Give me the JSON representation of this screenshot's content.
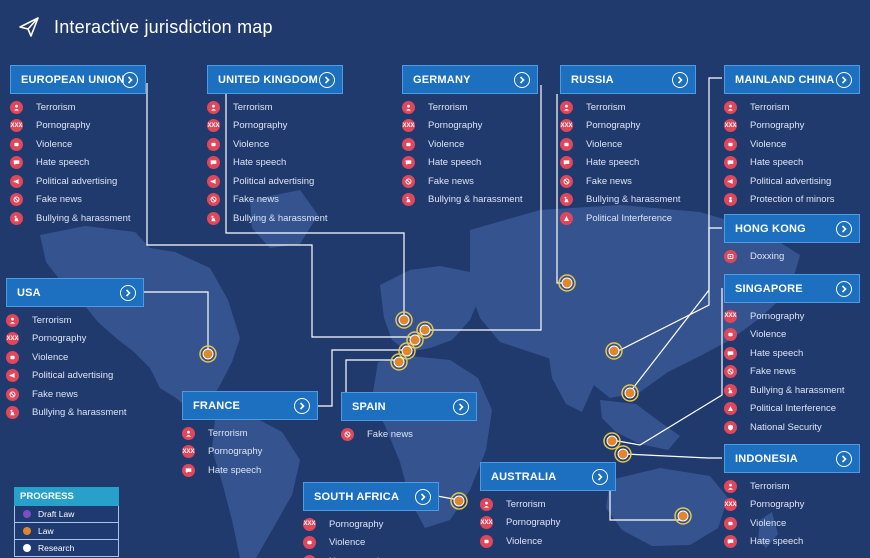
{
  "header": {
    "title": "Interactive jurisdiction map",
    "icon": "paper-plane-icon"
  },
  "colors": {
    "background": "#213a6e",
    "land": "#35548f",
    "panel_header": "#1d6fc0",
    "topic_icon": "#e0475b",
    "marker_law": "#e8c64a",
    "draft_law": "#7b4fc0",
    "law": "#e0872e",
    "research": "#ffffff",
    "legend_title": "#27a1c9"
  },
  "panels": {
    "eu": {
      "name": "EUROPEAN UNION",
      "topics": [
        {
          "label": "Terrorism",
          "icon": "terrorism-icon"
        },
        {
          "label": "Pornography",
          "icon": "xxx-icon"
        },
        {
          "label": "Violence",
          "icon": "fist-icon"
        },
        {
          "label": "Hate speech",
          "icon": "speech-bubble-icon"
        },
        {
          "label": "Political advertising",
          "icon": "megaphone-icon"
        },
        {
          "label": "Fake news",
          "icon": "no-sign-icon"
        },
        {
          "label": "Bullying & harassment",
          "icon": "bullying-icon"
        }
      ]
    },
    "uk": {
      "name": "UNITED KINGDOM",
      "topics": [
        {
          "label": "Terrorism",
          "icon": "terrorism-icon"
        },
        {
          "label": "Pornography",
          "icon": "xxx-icon"
        },
        {
          "label": "Violence",
          "icon": "fist-icon"
        },
        {
          "label": "Hate speech",
          "icon": "speech-bubble-icon"
        },
        {
          "label": "Political advertising",
          "icon": "megaphone-icon"
        },
        {
          "label": "Fake news",
          "icon": "no-sign-icon"
        },
        {
          "label": "Bullying & harassment",
          "icon": "bullying-icon"
        }
      ]
    },
    "germany": {
      "name": "GERMANY",
      "topics": [
        {
          "label": "Terrorism",
          "icon": "terrorism-icon"
        },
        {
          "label": "Pornography",
          "icon": "xxx-icon"
        },
        {
          "label": "Violence",
          "icon": "fist-icon"
        },
        {
          "label": "Hate speech",
          "icon": "speech-bubble-icon"
        },
        {
          "label": "Fake news",
          "icon": "no-sign-icon"
        },
        {
          "label": "Bullying & harassment",
          "icon": "bullying-icon"
        }
      ]
    },
    "russia": {
      "name": "RUSSIA",
      "topics": [
        {
          "label": "Terrorism",
          "icon": "terrorism-icon"
        },
        {
          "label": "Pornography",
          "icon": "xxx-icon"
        },
        {
          "label": "Violence",
          "icon": "fist-icon"
        },
        {
          "label": "Hate speech",
          "icon": "speech-bubble-icon"
        },
        {
          "label": "Fake news",
          "icon": "no-sign-icon"
        },
        {
          "label": "Bullying & harassment",
          "icon": "bullying-icon"
        },
        {
          "label": "Political Interference",
          "icon": "interference-icon"
        }
      ]
    },
    "china": {
      "name": "MAINLAND CHINA",
      "topics": [
        {
          "label": "Terrorism",
          "icon": "terrorism-icon"
        },
        {
          "label": "Pornography",
          "icon": "xxx-icon"
        },
        {
          "label": "Violence",
          "icon": "fist-icon"
        },
        {
          "label": "Hate speech",
          "icon": "speech-bubble-icon"
        },
        {
          "label": "Political advertising",
          "icon": "megaphone-icon"
        },
        {
          "label": "Protection of minors",
          "icon": "minors-icon"
        }
      ]
    },
    "hongkong": {
      "name": "HONG KONG",
      "topics": [
        {
          "label": "Doxxing",
          "icon": "doxxing-icon"
        }
      ]
    },
    "singapore": {
      "name": "SINGAPORE",
      "topics": [
        {
          "label": "Pornography",
          "icon": "xxx-icon"
        },
        {
          "label": "Violence",
          "icon": "fist-icon"
        },
        {
          "label": "Hate speech",
          "icon": "speech-bubble-icon"
        },
        {
          "label": "Fake news",
          "icon": "no-sign-icon"
        },
        {
          "label": "Bullying & harassment",
          "icon": "bullying-icon"
        },
        {
          "label": "Political Interference",
          "icon": "interference-icon"
        },
        {
          "label": "National Security",
          "icon": "security-icon"
        }
      ]
    },
    "usa": {
      "name": "USA",
      "topics": [
        {
          "label": "Terrorism",
          "icon": "terrorism-icon"
        },
        {
          "label": "Pornography",
          "icon": "xxx-icon"
        },
        {
          "label": "Violence",
          "icon": "fist-icon"
        },
        {
          "label": "Political advertising",
          "icon": "megaphone-icon"
        },
        {
          "label": "Fake news",
          "icon": "no-sign-icon"
        },
        {
          "label": "Bullying & harassment",
          "icon": "bullying-icon"
        }
      ]
    },
    "france": {
      "name": "FRANCE",
      "topics": [
        {
          "label": "Terrorism",
          "icon": "terrorism-icon"
        },
        {
          "label": "Pornography",
          "icon": "xxx-icon"
        },
        {
          "label": "Hate speech",
          "icon": "speech-bubble-icon"
        }
      ]
    },
    "spain": {
      "name": "SPAIN",
      "topics": [
        {
          "label": "Fake news",
          "icon": "no-sign-icon"
        }
      ]
    },
    "australia": {
      "name": "AUSTRALIA",
      "topics": [
        {
          "label": "Terrorism",
          "icon": "terrorism-icon"
        },
        {
          "label": "Pornography",
          "icon": "xxx-icon"
        },
        {
          "label": "Violence",
          "icon": "fist-icon"
        }
      ]
    },
    "southafrica": {
      "name": "SOUTH AFRICA",
      "topics": [
        {
          "label": "Pornography",
          "icon": "xxx-icon"
        },
        {
          "label": "Violence",
          "icon": "fist-icon"
        },
        {
          "label": "Hate speech",
          "icon": "speech-bubble-icon"
        }
      ]
    },
    "indonesia": {
      "name": "INDONESIA",
      "topics": [
        {
          "label": "Terrorism",
          "icon": "terrorism-icon"
        },
        {
          "label": "Pornography",
          "icon": "xxx-icon"
        },
        {
          "label": "Violence",
          "icon": "fist-icon"
        },
        {
          "label": "Hate speech",
          "icon": "speech-bubble-icon"
        }
      ]
    }
  },
  "legend": {
    "title": "PROGRESS",
    "items": [
      {
        "label": "Draft Law",
        "color": "#7b4fc0"
      },
      {
        "label": "Law",
        "color": "#e0872e"
      },
      {
        "label": "Research",
        "color": "#ffffff"
      }
    ]
  }
}
